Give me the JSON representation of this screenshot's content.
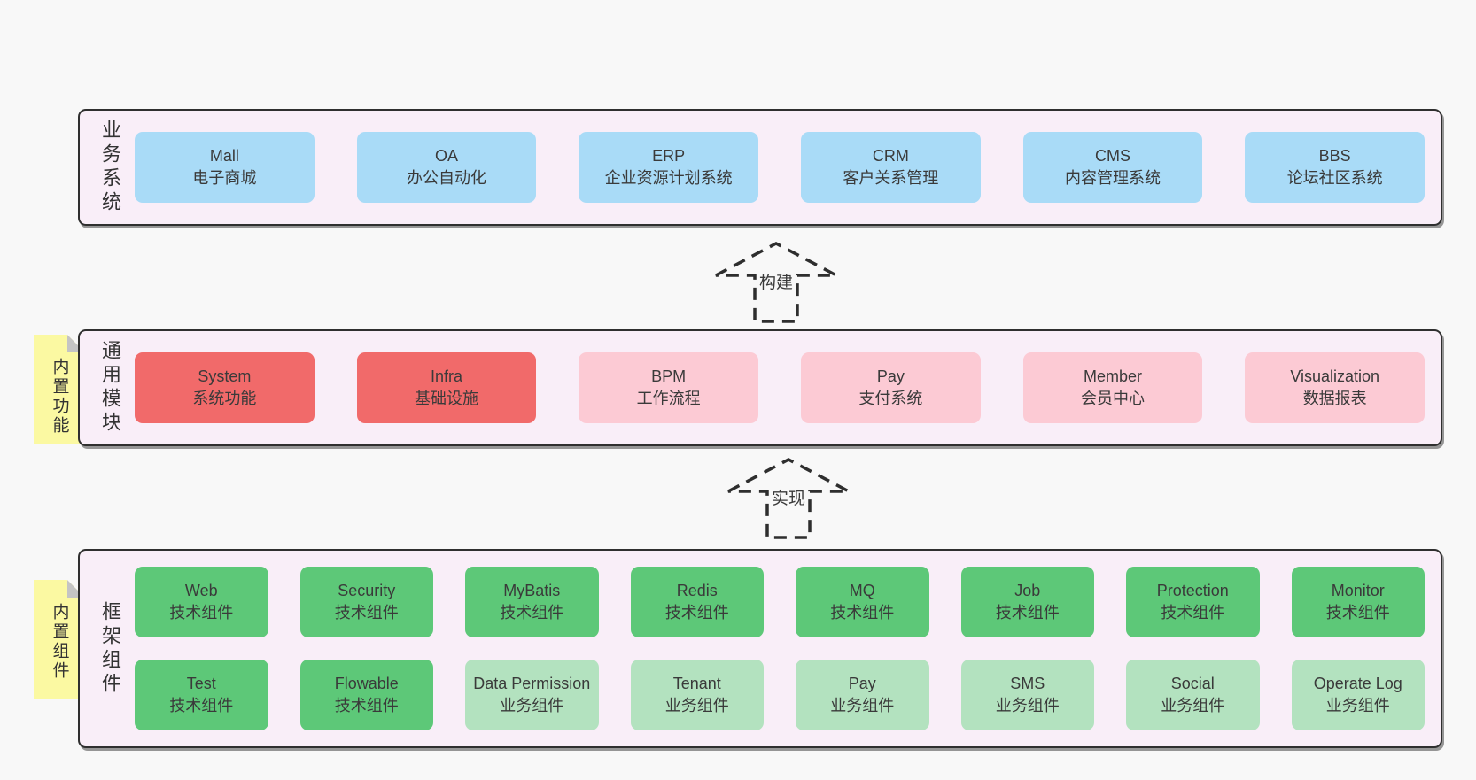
{
  "colors": {
    "page_bg": "#f8f8f8",
    "layer_bg": "#f9eef8",
    "layer_border": "#2f2f2f",
    "blue": "#a9dbf7",
    "red": "#f16a6a",
    "pink": "#fccad4",
    "green_dark": "#5dc878",
    "green_light": "#b3e2bf",
    "tag_bg": "#fbf9a2",
    "fold": "#c4c4c4",
    "text": "#3a3a3a"
  },
  "diagram": {
    "layers": [
      {
        "id": "business",
        "label": "业务系统",
        "rows": [
          [
            {
              "title": "Mall",
              "subtitle": "电子商城",
              "variant": "blue"
            },
            {
              "title": "OA",
              "subtitle": "办公自动化",
              "variant": "blue"
            },
            {
              "title": "ERP",
              "subtitle": "企业资源计划系统",
              "variant": "blue"
            },
            {
              "title": "CRM",
              "subtitle": "客户关系管理",
              "variant": "blue"
            },
            {
              "title": "CMS",
              "subtitle": "内容管理系统",
              "variant": "blue"
            },
            {
              "title": "BBS",
              "subtitle": "论坛社区系统",
              "variant": "blue"
            }
          ]
        ]
      },
      {
        "id": "modules",
        "label": "通用模块",
        "tag": "内置功能",
        "rows": [
          [
            {
              "title": "System",
              "subtitle": "系统功能",
              "variant": "red"
            },
            {
              "title": "Infra",
              "subtitle": "基础设施",
              "variant": "red"
            },
            {
              "title": "BPM",
              "subtitle": "工作流程",
              "variant": "pink"
            },
            {
              "title": "Pay",
              "subtitle": "支付系统",
              "variant": "pink"
            },
            {
              "title": "Member",
              "subtitle": "会员中心",
              "variant": "pink"
            },
            {
              "title": "Visualization",
              "subtitle": "数据报表",
              "variant": "pink"
            }
          ]
        ]
      },
      {
        "id": "framework",
        "label": "框架组件",
        "tag": "内置组件",
        "rows": [
          [
            {
              "title": "Web",
              "subtitle": "技术组件",
              "variant": "green-dark"
            },
            {
              "title": "Security",
              "subtitle": "技术组件",
              "variant": "green-dark"
            },
            {
              "title": "MyBatis",
              "subtitle": "技术组件",
              "variant": "green-dark"
            },
            {
              "title": "Redis",
              "subtitle": "技术组件",
              "variant": "green-dark"
            },
            {
              "title": "MQ",
              "subtitle": "技术组件",
              "variant": "green-dark"
            },
            {
              "title": "Job",
              "subtitle": "技术组件",
              "variant": "green-dark"
            },
            {
              "title": "Protection",
              "subtitle": "技术组件",
              "variant": "green-dark"
            },
            {
              "title": "Monitor",
              "subtitle": "技术组件",
              "variant": "green-dark"
            }
          ],
          [
            {
              "title": "Test",
              "subtitle": "技术组件",
              "variant": "green-dark"
            },
            {
              "title": "Flowable",
              "subtitle": "技术组件",
              "variant": "green-dark"
            },
            {
              "title": "Data Permission",
              "subtitle": "业务组件",
              "variant": "green-light"
            },
            {
              "title": "Tenant",
              "subtitle": "业务组件",
              "variant": "green-light"
            },
            {
              "title": "Pay",
              "subtitle": "业务组件",
              "variant": "green-light"
            },
            {
              "title": "SMS",
              "subtitle": "业务组件",
              "variant": "green-light"
            },
            {
              "title": "Social",
              "subtitle": "业务组件",
              "variant": "green-light"
            },
            {
              "title": "Operate Log",
              "subtitle": "业务组件",
              "variant": "green-light"
            }
          ]
        ]
      }
    ],
    "arrows": [
      {
        "label": "构建"
      },
      {
        "label": "实现"
      }
    ]
  }
}
